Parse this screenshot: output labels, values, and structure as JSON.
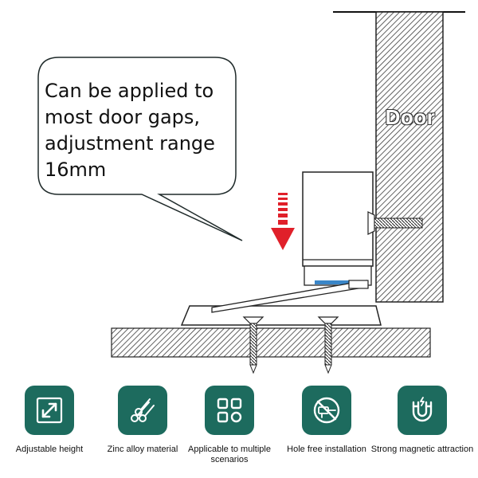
{
  "callout": {
    "lines": [
      "Can be applied to",
      "most door gaps,",
      "adjustment range",
      "16mm"
    ]
  },
  "door": {
    "label": "Door"
  },
  "colors": {
    "icon_tile": "#1d6b5e",
    "arrow": "#e0202a",
    "accent_strip": "#3a86c8",
    "hatch": "#3a3a3a"
  },
  "features": [
    {
      "icon": "diagonal-arrows-icon",
      "label": "Adjustable height"
    },
    {
      "icon": "zinc-rods-icon",
      "label": "Zinc alloy material"
    },
    {
      "icon": "four-shapes-icon",
      "label": "Applicable to multiple scenarios"
    },
    {
      "icon": "no-drill-icon",
      "label": "Hole free installation"
    },
    {
      "icon": "magnet-icon",
      "label": "Strong magnetic attraction"
    }
  ]
}
